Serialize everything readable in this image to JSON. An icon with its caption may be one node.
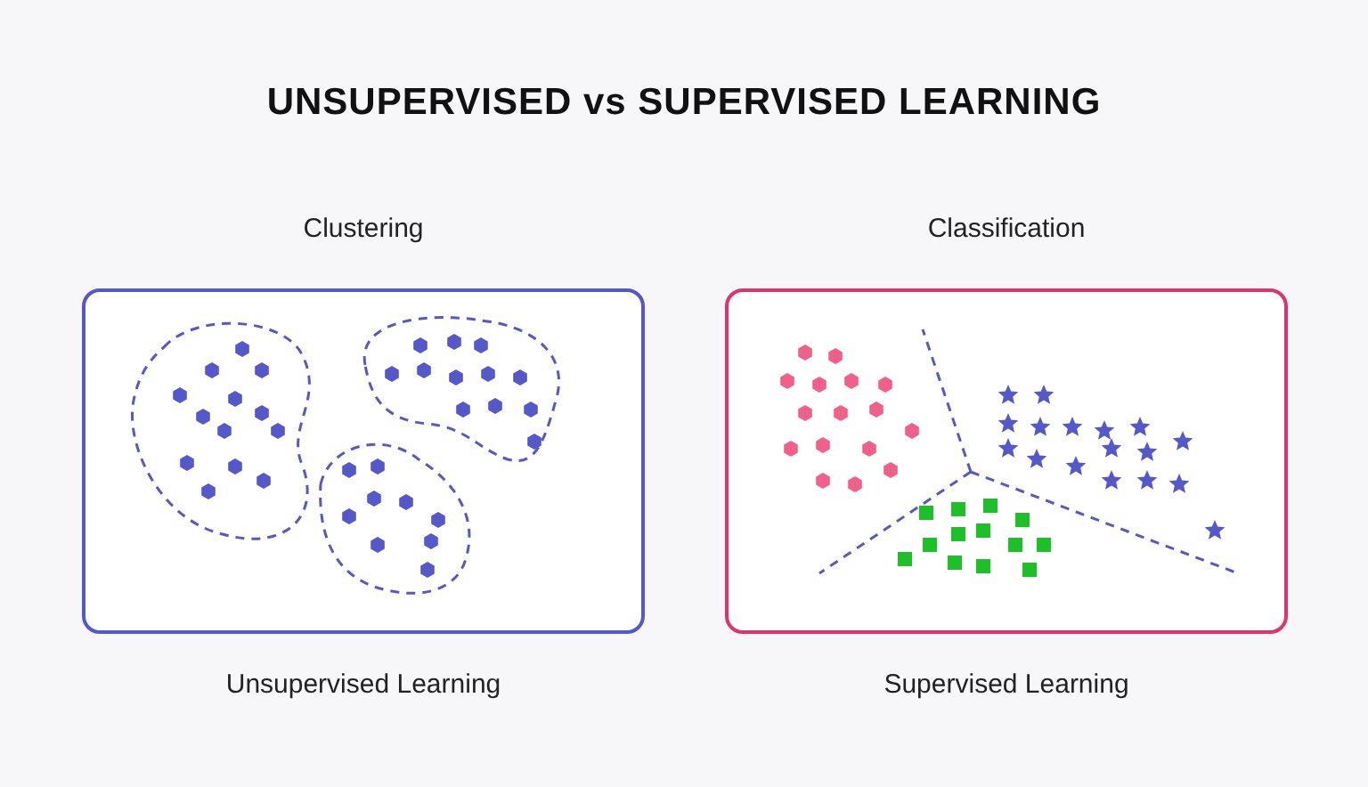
{
  "diagram": {
    "title": "UNSUPERVISED vs SUPERVISED LEARNING",
    "nodes": [
      {
        "text": [
          "Clustering",
          "Unsupervised Learning"
        ]
      },
      {
        "text": [
          "Classification",
          "Supervised Learning"
        ]
      }
    ],
    "edges": []
  }
}
